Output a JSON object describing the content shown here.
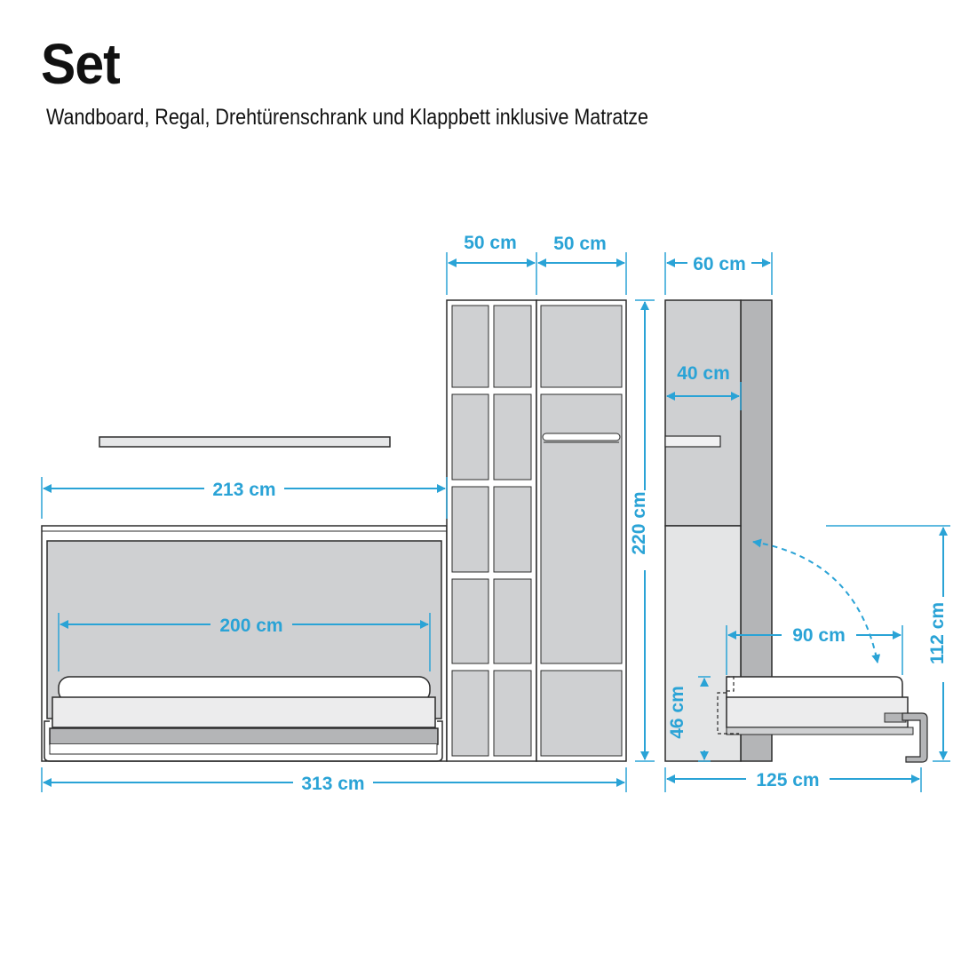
{
  "header": {
    "title": "Set",
    "subtitle": "Wandboard, Regal, Drehtürenschrank und Klappbett inklusive Matratze"
  },
  "dimensions": {
    "cabinet_left_width": "50 cm",
    "cabinet_right_width": "50 cm",
    "side_total_depth": "60 cm",
    "side_upper_depth": "40 cm",
    "shelf_width": "213 cm",
    "mattress_width": "200 cm",
    "cabinet_height": "220 cm",
    "total_width": "313 cm",
    "bed_open_depth": "90 cm",
    "bed_height": "112 cm",
    "bed_frame_height": "46 cm",
    "total_side_depth": "125 cm"
  },
  "colors": {
    "accent": "#2aa3d6",
    "outline": "#2b2b2b",
    "panel": "#cfd0d2",
    "panel_light": "#e4e5e6",
    "panel_dark": "#b4b5b7"
  }
}
